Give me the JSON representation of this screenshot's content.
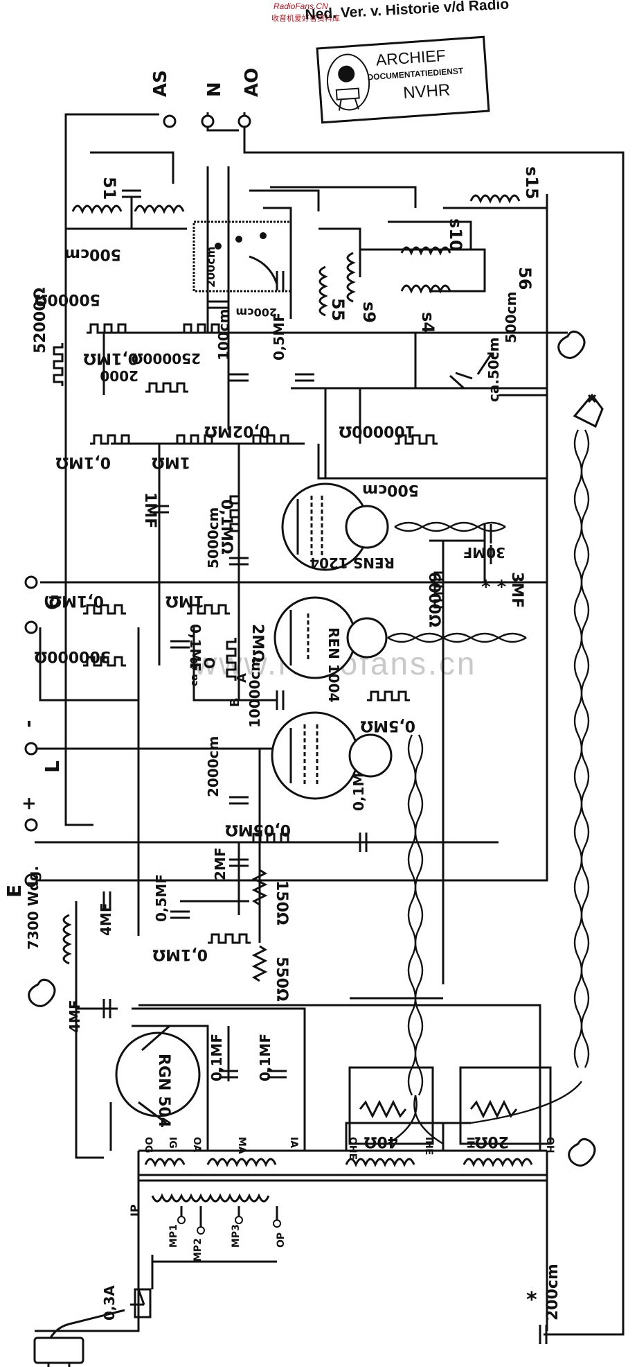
{
  "header": {
    "site": "RadioFans.CN",
    "site_sub": "收音机爱好者资料库",
    "title": "Ned. Ver. v. Historie v/d Radio"
  },
  "stamp": {
    "line1": "ARCHIEF",
    "line2": "DOCUMENTATIEDIENST",
    "line3": "NVHR"
  },
  "watermark": "www.radiofans.cn",
  "terminals": {
    "as": "AS",
    "n": "N",
    "ao": "AO",
    "g": "G",
    "l_minus": "L",
    "l_minus_sign": "-",
    "l_plus_sign": "+",
    "e": "E"
  },
  "tubes": {
    "rens": "RENS 1204",
    "ren": "REN 1004",
    "rgn": "RGN 504"
  },
  "coils": {
    "c51": "51",
    "s15": "s15",
    "s10": "s10",
    "s56": "56",
    "s55": "55",
    "s9": "s9",
    "s4": "s4"
  },
  "resistors": {
    "r50000": "50000Ω",
    "r52000": "52000Ω",
    "r01m_a": "0,1MΩ",
    "r250000": "250000Ω",
    "r2000": "2000",
    "r01m_b": "0,1MΩ",
    "r1m_a": "1MΩ",
    "r002m": "0,02MΩ",
    "r100000": "100000Ω",
    "r01m_c": "0,1MΩ",
    "r01m_d": "0,1MΩ",
    "r1m_b": "1MΩ",
    "r300000": "300000Ω",
    "r2m": "2MΩ",
    "r6000": "6000Ω",
    "r05m": "0,5MΩ",
    "r005m": "0,05MΩ",
    "r01m_e": "0,1MΩ",
    "r150": "150Ω",
    "r550": "550Ω",
    "p40": "40Ω",
    "p20": "20Ω"
  },
  "capacitors": {
    "c500_top": "500cm",
    "c200_a": "200cm",
    "c200_b": "200cm",
    "c100": "100cm",
    "c05mf_a": "0,5MF",
    "c500_mid": "500cm",
    "c50": "ca.50cm",
    "c500_low": "500cm",
    "c1mf": "1MF",
    "c5000": "5000cm",
    "c30mf": "30MF",
    "c3mf": "3MF",
    "c01mf_a": "0,1MF",
    "c10000": "10000cm",
    "c2000": "2000cm",
    "c01mf_b": "0,1MF",
    "c2mf": "2MF",
    "c05mf_b": "0,5MF",
    "c4mf_a": "4MF",
    "c4mf_b": "4MF",
    "c01mf_c": "0,1MF",
    "c01mf_d": "0,1MF",
    "c200_bottom": "200cm"
  },
  "misc": {
    "wdg": "7300 Wdg.",
    "fuse": "0,3A",
    "sw_o": "O",
    "sw_a": "A",
    "sw_b": "B",
    "sw_ca40": "ca 40",
    "stars": "* *",
    "star": "*"
  },
  "transformer": {
    "og": "OG",
    "ig": "IG",
    "oa": "OA",
    "ma": "MA",
    "ia": "IA",
    "ohe": "OHE",
    "ihe": "IHE",
    "ih": "IH",
    "oh": "OH",
    "ip": "IP",
    "mp1": "MP1",
    "mp2": "MP2",
    "mp3": "MP3",
    "op": "OP"
  }
}
